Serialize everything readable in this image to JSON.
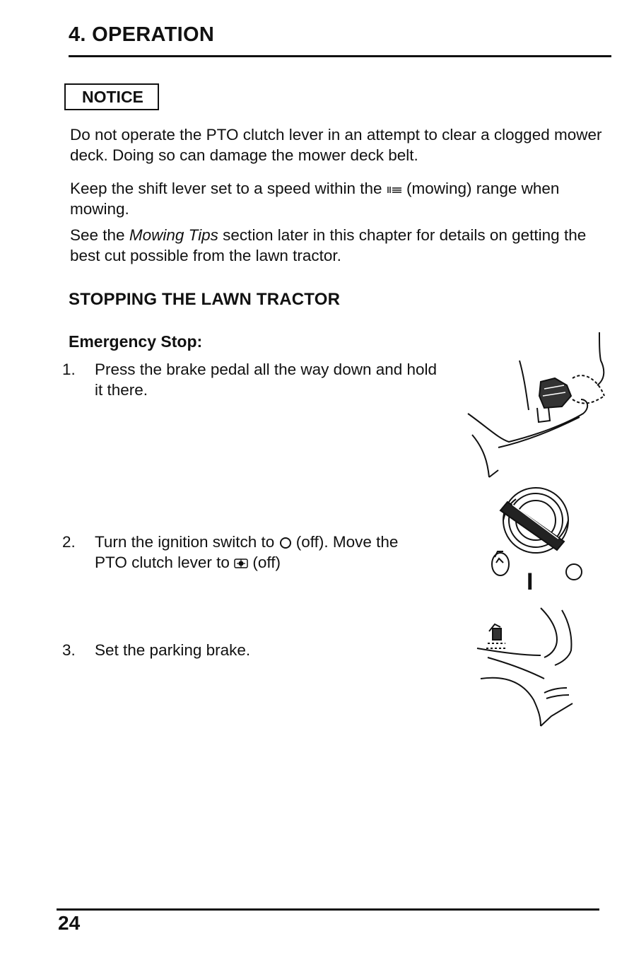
{
  "header": {
    "section_title": "4. OPERATION"
  },
  "notice": {
    "label": "NOTICE",
    "p1": "Do not operate the PTO clutch lever in an attempt to clear a clogged mower deck. Doing so can damage the mower deck belt.",
    "p2_before": "Keep the shift lever set to a speed within the ",
    "p2_after": " (mowing) range when mowing.",
    "p3_before": "See the ",
    "p3_italic": "Mowing Tips",
    "p3_after": " section later in this chapter for details on getting the best cut possible from the lawn tractor."
  },
  "stopping": {
    "heading": "STOPPING THE LAWN TRACTOR",
    "emergency_heading": "Emergency Stop:",
    "steps": [
      {
        "num": "1.",
        "text": "Press the brake pedal all the way down and hold it there."
      },
      {
        "num": "2.",
        "text_a": "Turn the ignition switch to ",
        "text_b": " (off). Move the PTO clutch lever to ",
        "text_c": " (off)"
      },
      {
        "num": "3.",
        "text": "Set the parking brake."
      }
    ]
  },
  "icons": {
    "mowing_range": "mowing-range-icon",
    "ignition_off": "off-circle-icon",
    "pto_off": "pto-off-icon"
  },
  "figures": {
    "ignition_labels": {
      "run": "I"
    }
  },
  "footer": {
    "page_number": "24"
  }
}
